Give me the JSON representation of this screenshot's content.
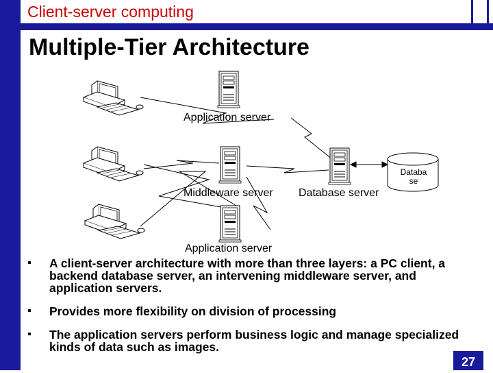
{
  "header": {
    "section_title": "Client-server computing",
    "main_title": "Multiple-Tier Architecture"
  },
  "diagram": {
    "labels": {
      "app_server_top": "Application server",
      "middleware_server": "Middleware server",
      "database_server": "Database server",
      "database_line1": "Databa",
      "database_line2": "se",
      "app_server_bottom": "Application server"
    },
    "icons": [
      "client-pc-icon",
      "server-tower-icon",
      "database-cylinder-icon"
    ]
  },
  "bullets": [
    "A client-server architecture with more than three layers: a PC client, a backend database server, an intervening middleware server, and application servers.",
    "Provides more flexibility on division of processing",
    "The application servers perform business logic and manage specialized kinds of data such as images."
  ],
  "bullet_mark": "▪",
  "footer": {
    "page_number": "27"
  },
  "colors": {
    "accent": "#1a1a9c",
    "title_red": "#cc0000"
  }
}
